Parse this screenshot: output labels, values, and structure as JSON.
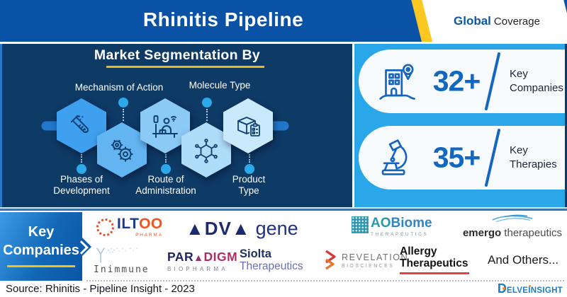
{
  "header": {
    "title": "Rhinitis Pipeline",
    "coverage": {
      "bold": "Global",
      "rest": "Coverage"
    }
  },
  "segmentation": {
    "heading": "Market Segmentation By",
    "labels": {
      "mechanism": "Mechanism of Action",
      "molecule": "Molecule Type",
      "phases_l1": "Phases of",
      "phases_l2": "Development",
      "route_l1": "Route of",
      "route_l2": "Administration",
      "product_l1": "Product",
      "product_l2": "Type"
    }
  },
  "stats": {
    "companies": {
      "value": "32+",
      "l1": "Key",
      "l2": "Companies"
    },
    "therapies": {
      "value": "35+",
      "l1": "Key",
      "l2": "Therapies"
    }
  },
  "key_companies_box": {
    "l1": "Key",
    "l2": "Companies"
  },
  "logos": {
    "iltoo": {
      "p1": "ILT",
      "p2": "OO",
      "sub": "PHARMA"
    },
    "advagene": {
      "p1": "▲DV▲",
      "p2": "gene"
    },
    "aobiome": {
      "p1": "AO",
      "p2": "Biome",
      "sub": "THERAPEUTICS"
    },
    "emergo": {
      "p1": "emergo",
      "p2": " therapeutics"
    },
    "inimmune": {
      "text": "Inimmune"
    },
    "paradigm": {
      "p1": "PAR",
      "tri": "▲",
      "p2": "DIGM",
      "sub": "BIOPHARMA"
    },
    "siolta": {
      "p1": "Siolta",
      "p2": "Therapeutics"
    },
    "revelation": {
      "p1": "REVELATION",
      "sub": "BIOSCIENCES"
    },
    "allergy": {
      "l1": "Allergy",
      "l2": "Therapeutics"
    },
    "others": "And Others..."
  },
  "footer": {
    "source": "Source: Rhinitis - Pipeline Insight - 2023",
    "brand": {
      "d": "D",
      "elve": "ELVE",
      "i": "I",
      "nsight": "NSIGHT"
    }
  },
  "icons": {
    "test-tube-icon": "lab test tube with bubbles",
    "gears-icon": "two cog wheels",
    "patient-care-icon": "person at desk with IV bag",
    "molecule-icon": "chemical ring structure",
    "package-icon": "shipping box with checklist",
    "building-location-icon": "company building with map pin",
    "microscope-icon": "laboratory microscope",
    "chevron-right-icon": "white arrow on key companies box"
  },
  "colors": {
    "header_blue": "#0a52a6",
    "panel_navy": "#0e3a66",
    "sky_blue": "#2aa7e8",
    "accent_yellow": "#f2c218",
    "stat_blue": "#1467bf",
    "hex_fills": [
      "#3fa0ef",
      "#63b5f2",
      "#8ccaf6",
      "#aeddf9",
      "#c9e9fc"
    ]
  }
}
